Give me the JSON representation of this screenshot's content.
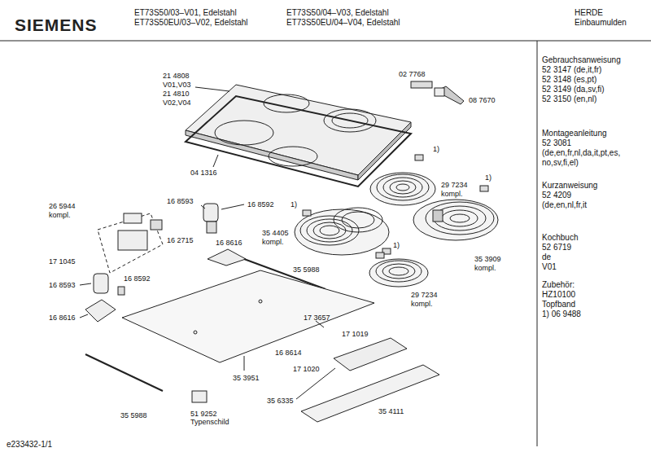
{
  "diagram": {
    "labels": [
      "SIEMENS",
      "ET73S50/03–V01, Edelstahl",
      "ET73S50EU/03–V02, Edelstahl",
      "ET73S50/04–V03, Edelstahl",
      "ET73S50EU/04–V04, Edelstahl",
      "HERDE",
      "Einbaumulden",
      "Gebrauchsanweisung",
      "52 3147 (de,it,fr)",
      "52 3148 (es,pt)",
      "52 3149 (da,sv,fi)",
      "52 3150 (en,nl)",
      "Montageanleitung",
      "52 3081",
      "(de,en,fr,nl,da,it,pt,es,",
      "no,sv,fi,el)",
      "Kurzanweisung",
      "52 4209",
      "(de,en,nl,fr,it",
      "Kochbuch",
      "52 6719",
      "de",
      "V01",
      "Zubehör:",
      "HZ10100",
      "Topfband",
      "1) 06 9488",
      "21 4808",
      "V01,V03",
      "21 4810",
      "V02,V04",
      "02 7768",
      "08 7670",
      "04 1316",
      "1)",
      "29 7234",
      "kompl.",
      "1)",
      "1)",
      "35 4405",
      "kompl.",
      "1)",
      "35 3909",
      "kompl.",
      "29 7234",
      "kompl.",
      "26 5944",
      "kompl.",
      "16 8593",
      "16 8592",
      "16 2715",
      "16 8616",
      "17 1045",
      "16 8593",
      "16 8592",
      "16 8616",
      "35 5988",
      "17 3657",
      "17 1019",
      "16 8614",
      "17 1020",
      "35 3951",
      "35 6335",
      "35 4111",
      "35 5988",
      "51 9252",
      "Typenschild",
      "e233432-1/1"
    ]
  }
}
